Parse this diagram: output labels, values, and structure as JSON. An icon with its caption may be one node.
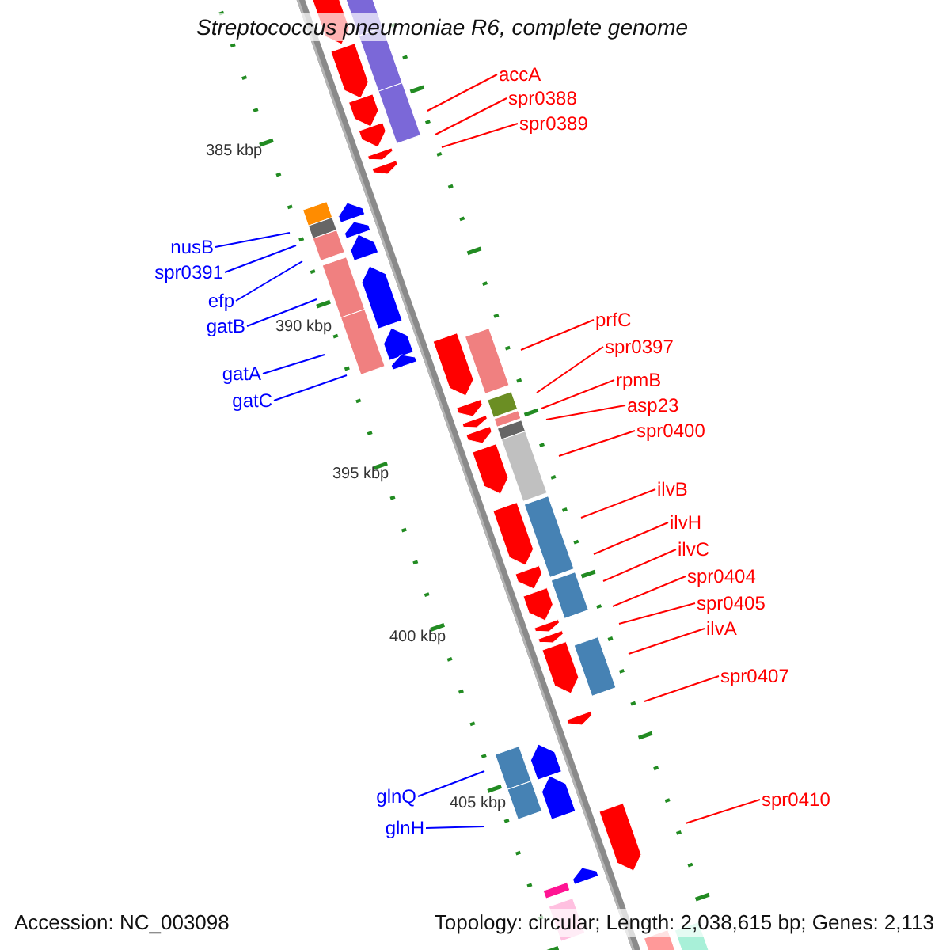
{
  "diagram": {
    "title": "Streptococcus pneumoniae R6, complete genome",
    "nodes": [
      {
        "text": [
          "accA"
        ]
      },
      {
        "text": [
          "spr0388"
        ]
      },
      {
        "text": [
          "spr0389"
        ]
      },
      {
        "text": [
          "nusB"
        ]
      },
      {
        "text": [
          "spr0391"
        ]
      },
      {
        "text": [
          "efp"
        ]
      },
      {
        "text": [
          "prfC"
        ]
      },
      {
        "text": [
          "gatB"
        ]
      },
      {
        "text": [
          "spr0397"
        ]
      },
      {
        "text": [
          "gatA"
        ]
      },
      {
        "text": [
          "rpmB"
        ]
      },
      {
        "text": [
          "gatC"
        ]
      },
      {
        "text": [
          "asp23"
        ]
      },
      {
        "text": [
          "spr0400"
        ]
      },
      {
        "text": [
          "ilvB"
        ]
      },
      {
        "text": [
          "ilvH"
        ]
      },
      {
        "text": [
          "ilvC"
        ]
      },
      {
        "text": [
          "spr0404"
        ]
      },
      {
        "text": [
          "spr0405"
        ]
      },
      {
        "text": [
          "ilvA"
        ]
      },
      {
        "text": [
          "spr0407"
        ]
      },
      {
        "text": [
          "spr0410"
        ]
      },
      {
        "text": [
          "glnQ"
        ]
      },
      {
        "text": [
          "glnH"
        ]
      }
    ],
    "edges": [
      {
        "from": 0,
        "to": null,
        "arrow": "none"
      },
      {
        "from": 1,
        "to": null,
        "arrow": "none"
      },
      {
        "from": 2,
        "to": null,
        "arrow": "none"
      },
      {
        "from": 3,
        "to": null,
        "arrow": "none",
        "color": "#0000ff"
      },
      {
        "from": 4,
        "to": null,
        "arrow": "none",
        "color": "#0000ff"
      },
      {
        "from": 5,
        "to": null,
        "arrow": "none",
        "color": "#0000ff"
      },
      {
        "from": 6,
        "to": null,
        "arrow": "none"
      },
      {
        "from": 7,
        "to": null,
        "arrow": "none",
        "color": "#0000ff"
      },
      {
        "from": 8,
        "to": null,
        "arrow": "none"
      },
      {
        "from": 9,
        "to": null,
        "arrow": "none",
        "color": "#0000ff"
      },
      {
        "from": 10,
        "to": null,
        "arrow": "none"
      },
      {
        "from": 11,
        "to": null,
        "arrow": "none",
        "color": "#0000ff"
      },
      {
        "from": 12,
        "to": null,
        "arrow": "none"
      },
      {
        "from": 13,
        "to": null,
        "arrow": "none"
      },
      {
        "from": 14,
        "to": null,
        "arrow": "none"
      },
      {
        "from": 15,
        "to": null,
        "arrow": "none"
      },
      {
        "from": 16,
        "to": null,
        "arrow": "none"
      },
      {
        "from": 17,
        "to": null,
        "arrow": "none"
      },
      {
        "from": 18,
        "to": null,
        "arrow": "none"
      },
      {
        "from": 19,
        "to": null,
        "arrow": "none"
      },
      {
        "from": 20,
        "to": null,
        "arrow": "none"
      },
      {
        "from": 21,
        "to": null,
        "arrow": "none"
      },
      {
        "from": 22,
        "to": null,
        "arrow": "none",
        "color": "#0000ff"
      },
      {
        "from": 23,
        "to": null,
        "arrow": "none",
        "color": "#0000ff"
      }
    ],
    "labels": [
      "385 kbp",
      "390 kbp",
      "395 kbp",
      "400 kbp",
      "405 kbp",
      "Accession: NC_003098",
      "Topology: circular; Length: 2,038,615 bp; Genes: 2,113"
    ]
  }
}
